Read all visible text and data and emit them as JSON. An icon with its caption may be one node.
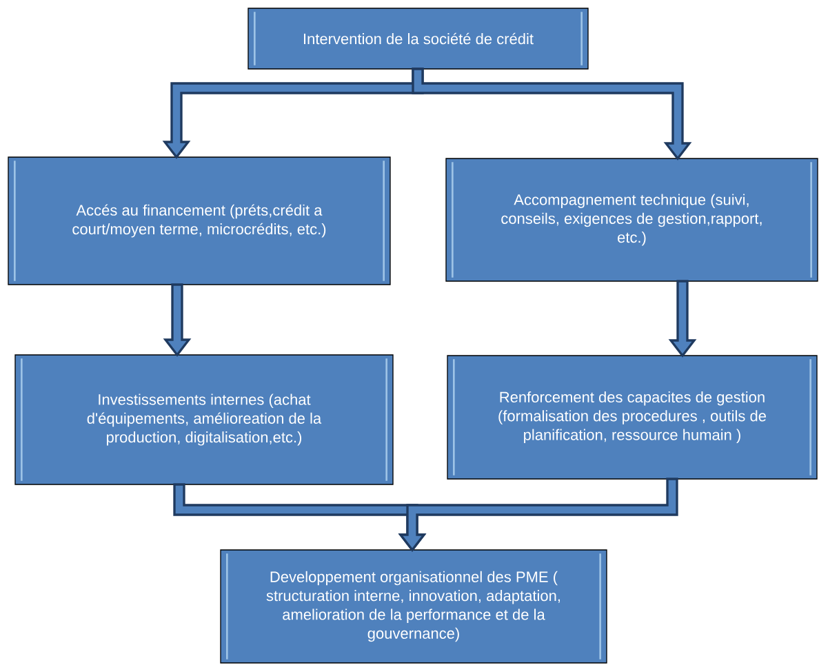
{
  "diagram": {
    "nodes": [
      {
        "text": [
          "Intervention de la société de crédit"
        ]
      },
      {
        "text": [
          "Accés au financement (préts,crédit a court/moyen terme, microcrédits, etc.)"
        ]
      },
      {
        "text": [
          "Accompagnement technique (suivi, conseils, exigences de gestion,rapport, etc.)"
        ]
      },
      {
        "text": [
          "Investissements internes (achat d'équipements, amélioreation de la production, digitalisation,etc.)"
        ]
      },
      {
        "text": [
          "Renforcement des capacites de gestion (formalisation des procedures , outils de planification, ressource humain )"
        ]
      },
      {
        "text": [
          "Developpement organisationnel des PME ( structuration interne, innovation, adaptation, amelioration de la performance et de la gouvernance)"
        ]
      }
    ],
    "edges": [
      {
        "from": 0,
        "to": 1,
        "arrow": "to"
      },
      {
        "from": 0,
        "to": 2,
        "arrow": "to"
      },
      {
        "from": 1,
        "to": 3,
        "arrow": "to"
      },
      {
        "from": 2,
        "to": 4,
        "arrow": "to"
      },
      {
        "from": 3,
        "to": 5,
        "arrow": "to"
      },
      {
        "from": 4,
        "to": 5,
        "arrow": "to"
      }
    ]
  }
}
